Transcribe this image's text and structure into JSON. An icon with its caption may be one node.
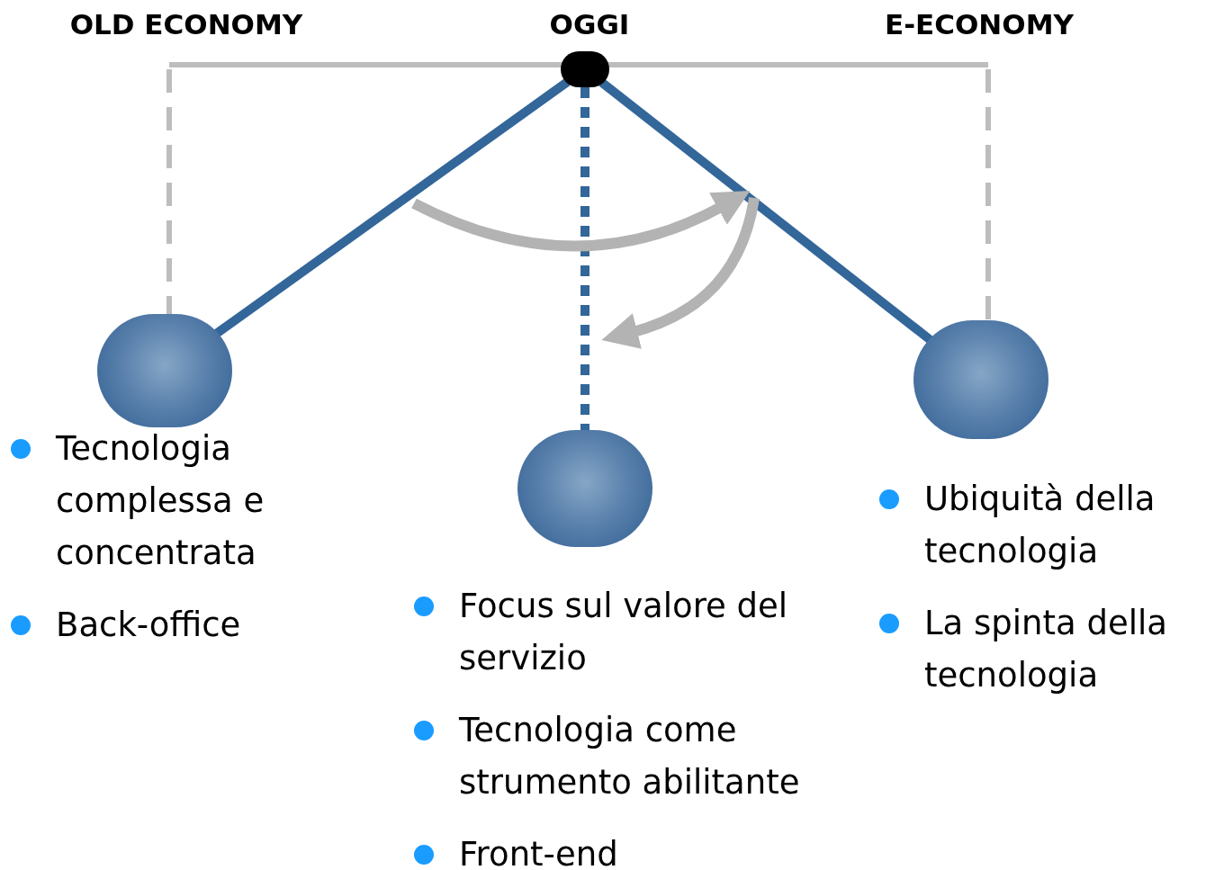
{
  "diagram": {
    "nodes": [
      {
        "text": [],
        "shape": "circle"
      },
      {
        "text": [],
        "shape": "circle",
        "beside": [
          "Tecnologia complessa e concentrata",
          "Back-office"
        ]
      },
      {
        "text": [],
        "shape": "circle",
        "beside": [
          "Focus sul valore del servizio",
          "Tecnologia come strumento abilitante",
          "Front-end"
        ]
      },
      {
        "text": [],
        "shape": "circle",
        "beside": [
          "Ubiquità della tecnologia",
          "La spinta della tecnologia"
        ]
      }
    ],
    "edges": [
      {
        "from": 0,
        "to": 1,
        "arrow": "none"
      },
      {
        "from": 0,
        "to": 2,
        "arrow": "none",
        "style": "dashed"
      },
      {
        "from": 0,
        "to": 3,
        "arrow": "none"
      }
    ],
    "labels": [
      "OLD ECONOMY",
      "OGGI",
      "E-ECONOMY"
    ]
  }
}
